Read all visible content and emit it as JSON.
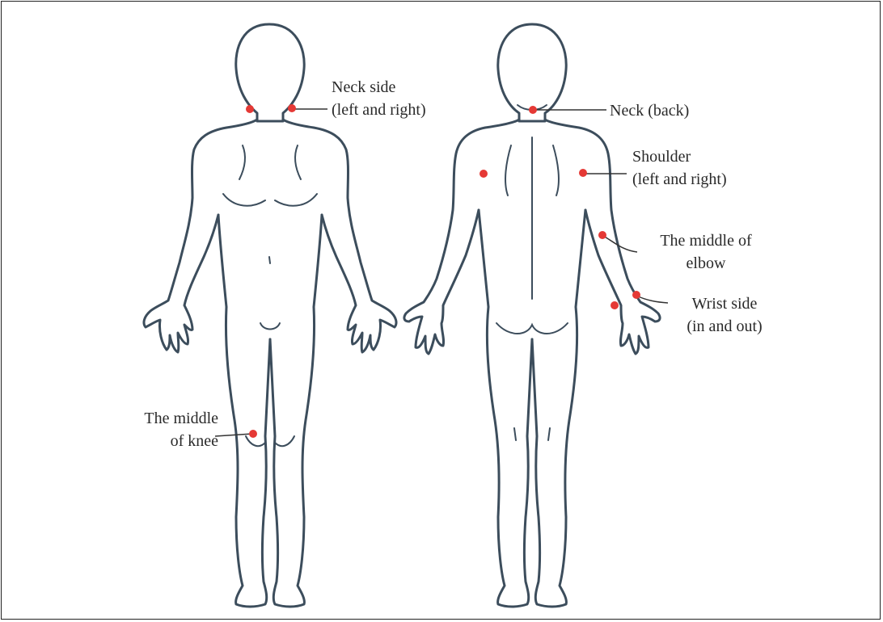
{
  "diagram": {
    "colors": {
      "outline": "#3c4d5c",
      "marker": "#e53935",
      "text": "#2a2a2a",
      "leader": "#333333"
    },
    "labels": {
      "neck_side": [
        "Neck side",
        "(left and right)"
      ],
      "neck_back": [
        "Neck (back)"
      ],
      "shoulder": [
        "Shoulder",
        "(left and right)"
      ],
      "elbow": [
        "The middle of",
        "elbow"
      ],
      "wrist": [
        "Wrist side",
        "(in and out)"
      ],
      "knee": [
        "The middle",
        "of knee"
      ]
    }
  }
}
